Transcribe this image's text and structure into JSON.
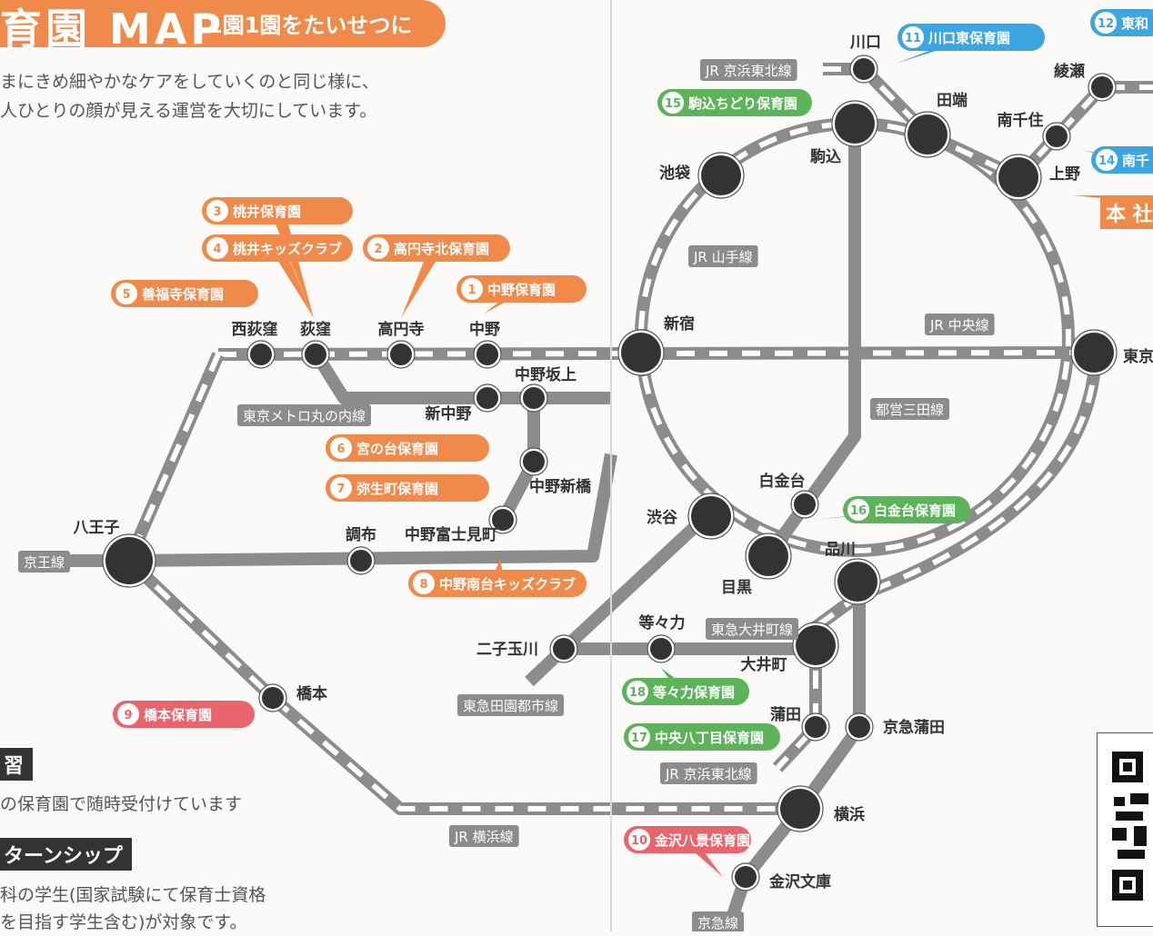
{
  "header": {
    "title": "育園 MAP",
    "subtitle": "1園1園をたいせつに"
  },
  "intro": [
    "まにきめ細やかなケアをしていくのと同じ様に、",
    "人ひとりの顔が見える運営を大切にしています。"
  ],
  "sections": [
    {
      "heading": "習",
      "body": [
        "の保育園で随時受付けています"
      ]
    },
    {
      "heading": "ターンシップ",
      "body": [
        "科の学生(国家試験にて保育士資格",
        "を目指す学生含む)が対象です。"
      ]
    }
  ],
  "lines": [
    {
      "id": "yamanote",
      "label": "JR 山手線",
      "color": "#8c8c8c"
    },
    {
      "id": "chuo",
      "label": "JR 中央線",
      "color": "#8c8c8c"
    },
    {
      "id": "marunouchi",
      "label": "東京メトロ丸の内線",
      "color": "#8c8c8c"
    },
    {
      "id": "keio",
      "label": "京王線",
      "color": "#8c8c8c"
    },
    {
      "id": "yokohama",
      "label": "JR 横浜線",
      "color": "#8c8c8c"
    },
    {
      "id": "mita",
      "label": "都営三田線",
      "color": "#8c8c8c"
    },
    {
      "id": "den_en",
      "label": "東急田園都市線",
      "color": "#8c8c8c"
    },
    {
      "id": "oimachi",
      "label": "東急大井町線",
      "color": "#8c8c8c"
    },
    {
      "id": "keihin_n",
      "label": "JR 京浜東北線",
      "color": "#8c8c8c"
    },
    {
      "id": "keihin_s",
      "label": "JR 京浜東北線",
      "color": "#8c8c8c"
    },
    {
      "id": "keikyu",
      "label": "京急線",
      "color": "#8c8c8c"
    }
  ],
  "stations": [
    {
      "id": "nishiogikubo",
      "name": "西荻窪"
    },
    {
      "id": "ogikubo",
      "name": "荻窪"
    },
    {
      "id": "koenji",
      "name": "高円寺"
    },
    {
      "id": "nakano",
      "name": "中野"
    },
    {
      "id": "shinjuku",
      "name": "新宿"
    },
    {
      "id": "nakanosakaue",
      "name": "中野坂上"
    },
    {
      "id": "shinnakano",
      "name": "新中野"
    },
    {
      "id": "nakanoshimbashi",
      "name": "中野新橋"
    },
    {
      "id": "nakanofujimicho",
      "name": "中野富士見町"
    },
    {
      "id": "hachioji",
      "name": "八王子"
    },
    {
      "id": "chofu",
      "name": "調布"
    },
    {
      "id": "hashimoto",
      "name": "橋本"
    },
    {
      "id": "ikebukuro",
      "name": "池袋"
    },
    {
      "id": "komagome",
      "name": "駒込"
    },
    {
      "id": "tabata",
      "name": "田端"
    },
    {
      "id": "kawaguchi",
      "name": "川口"
    },
    {
      "id": "ayase",
      "name": "綾瀬"
    },
    {
      "id": "minamisenju",
      "name": "南千住"
    },
    {
      "id": "ueno",
      "name": "上野"
    },
    {
      "id": "tokyo",
      "name": "東京"
    },
    {
      "id": "shirokanedai",
      "name": "白金台"
    },
    {
      "id": "shibuya",
      "name": "渋谷"
    },
    {
      "id": "meguro",
      "name": "目黒"
    },
    {
      "id": "shinagawa",
      "name": "品川"
    },
    {
      "id": "todoroki",
      "name": "等々力"
    },
    {
      "id": "futakotamagawa",
      "name": "二子玉川"
    },
    {
      "id": "oimachi",
      "name": "大井町"
    },
    {
      "id": "kamata",
      "name": "蒲田"
    },
    {
      "id": "keikyukamata",
      "name": "京急蒲田"
    },
    {
      "id": "yokohama",
      "name": "横浜"
    },
    {
      "id": "kanazawabunko",
      "name": "金沢文庫"
    }
  ],
  "nurseries": [
    {
      "no": "1",
      "name": "中野保育園",
      "color": "#f08a4b"
    },
    {
      "no": "2",
      "name": "高円寺北保育園",
      "color": "#f08a4b"
    },
    {
      "no": "3",
      "name": "桃井保育園",
      "color": "#f08a4b"
    },
    {
      "no": "4",
      "name": "桃井キッズクラブ",
      "color": "#f08a4b"
    },
    {
      "no": "5",
      "name": "善福寺保育園",
      "color": "#f08a4b"
    },
    {
      "no": "6",
      "name": "宮の台保育園",
      "color": "#f08a4b"
    },
    {
      "no": "7",
      "name": "弥生町保育園",
      "color": "#f08a4b"
    },
    {
      "no": "8",
      "name": "中野南台キッズクラブ",
      "color": "#f08a4b"
    },
    {
      "no": "9",
      "name": "橋本保育園",
      "color": "#e8656d"
    },
    {
      "no": "10",
      "name": "金沢八景保育園",
      "color": "#e8656d"
    },
    {
      "no": "11",
      "name": "川口東保育園",
      "color": "#3ea6df"
    },
    {
      "no": "12",
      "name": "東和",
      "color": "#3ea6df"
    },
    {
      "no": "14",
      "name": "南千",
      "color": "#3ea6df"
    },
    {
      "no": "15",
      "name": "駒込ちどり保育園",
      "color": "#5db35a"
    },
    {
      "no": "16",
      "name": "白金台保育園",
      "color": "#5db35a"
    },
    {
      "no": "17",
      "name": "中央八丁目保育園",
      "color": "#5db35a"
    },
    {
      "no": "18",
      "name": "等々力保育園",
      "color": "#5db35a"
    }
  ],
  "head_office": {
    "label": "本 社",
    "color": "#f08a4b"
  }
}
